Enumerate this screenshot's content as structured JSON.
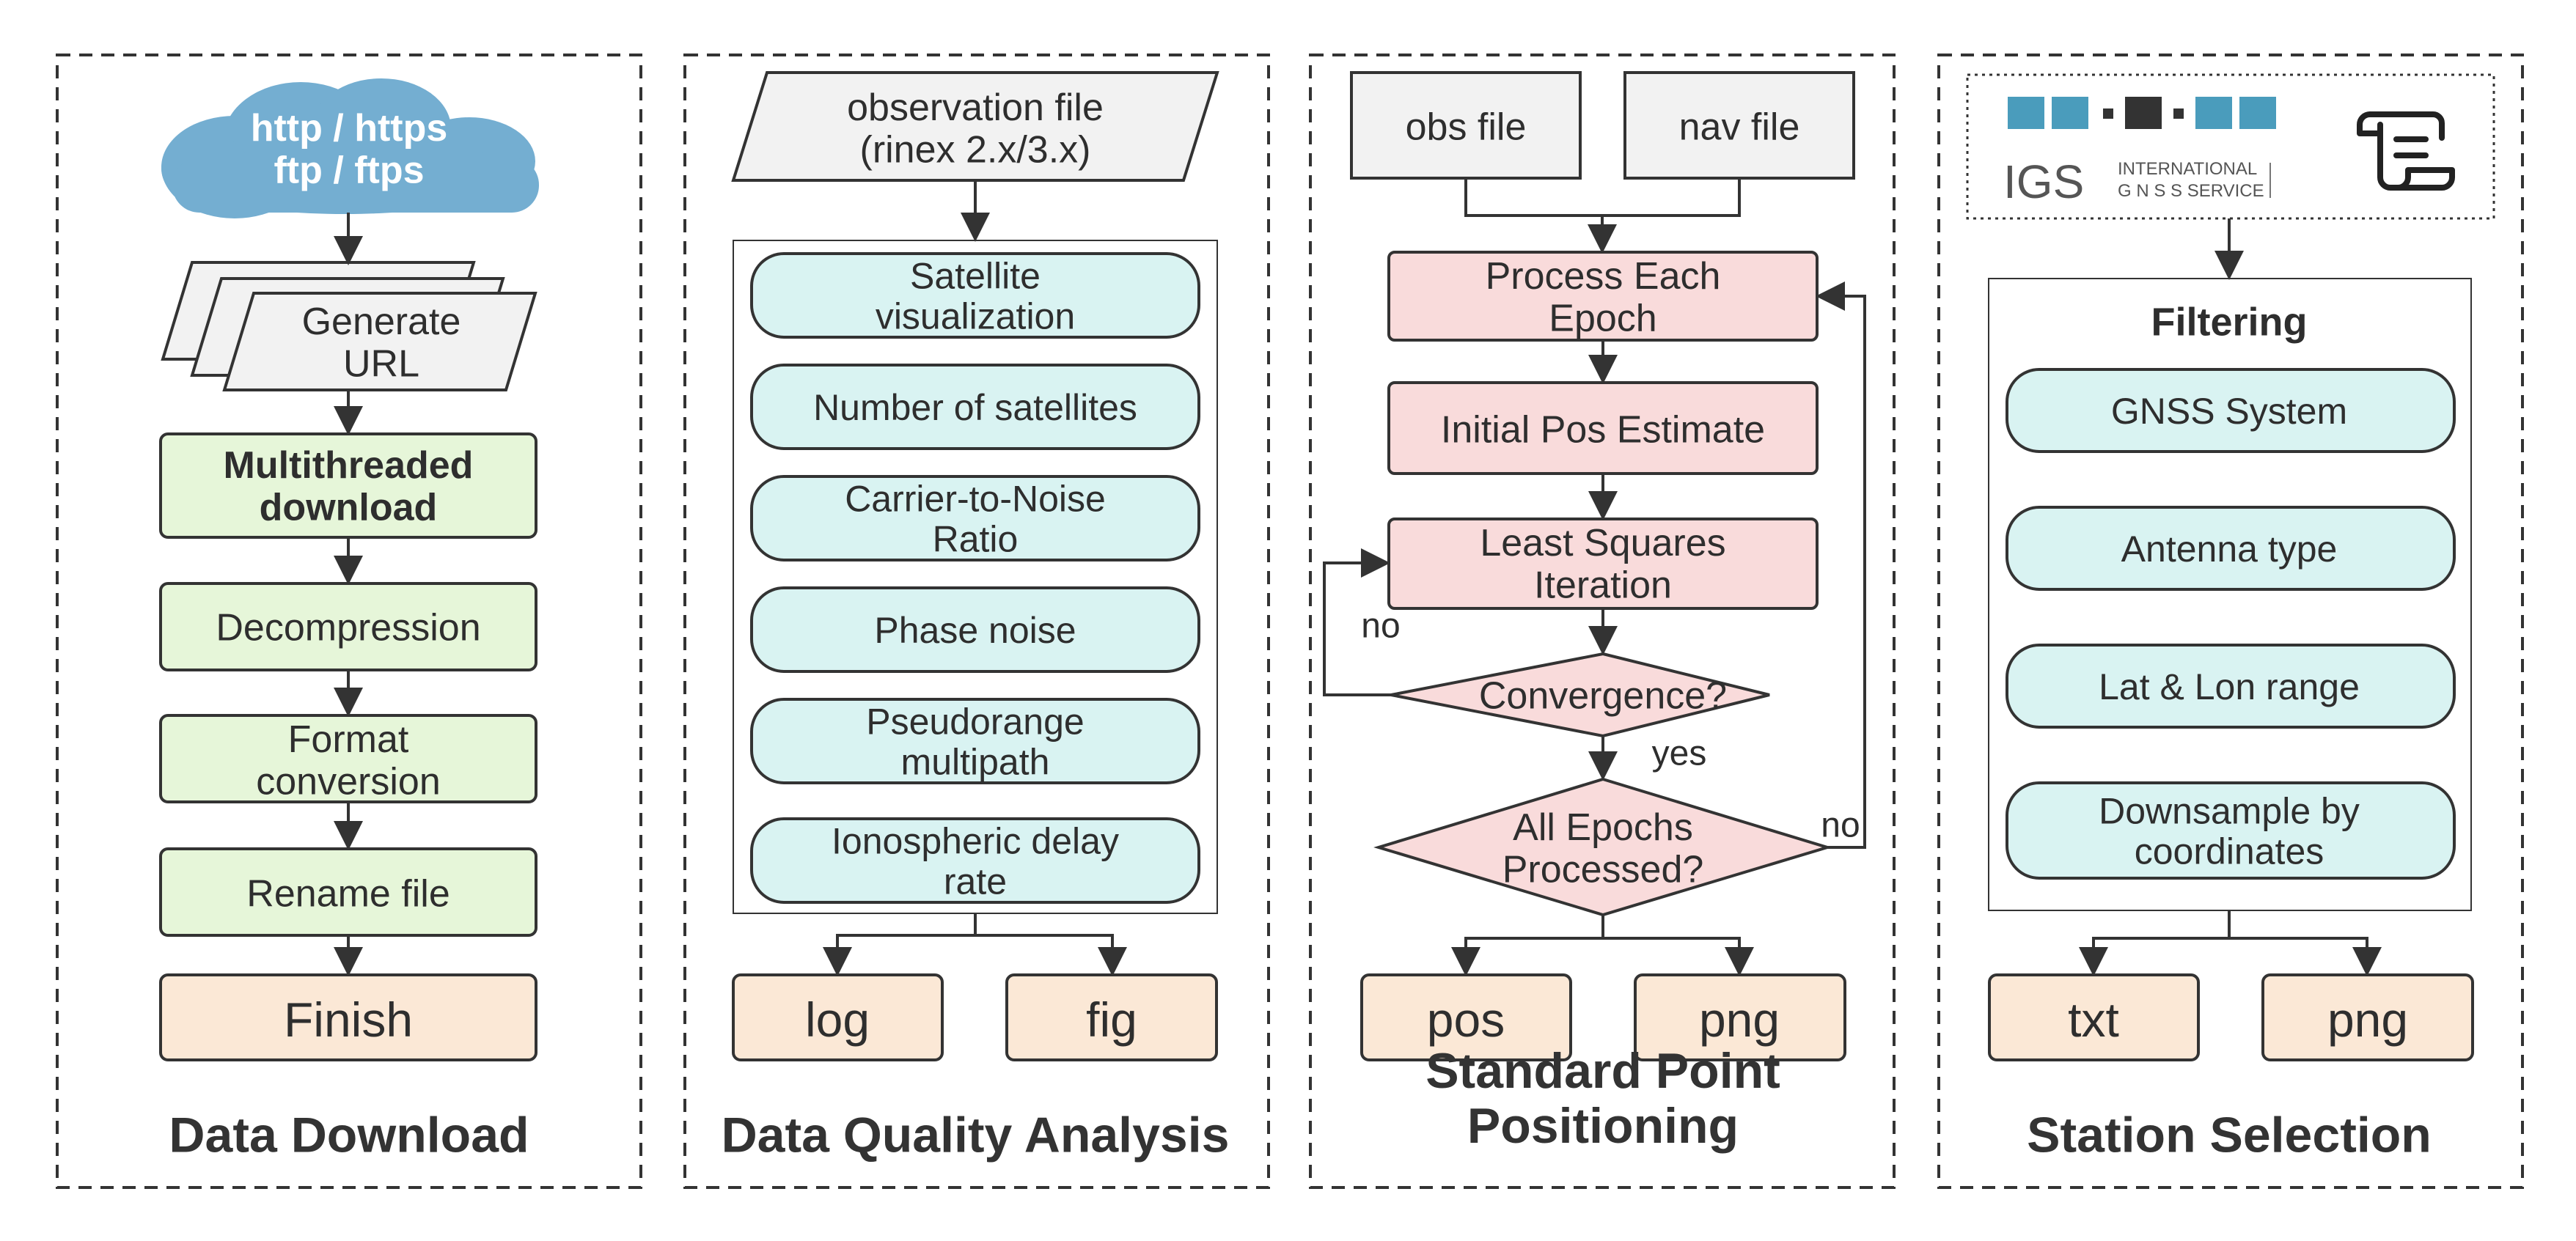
{
  "colors": {
    "cloud": "#74aed1",
    "node_fill": "#f2f2f2",
    "green": "#e6f6d9",
    "cyan": "#d9f3f2",
    "pink": "#f9dbdb",
    "orange": "#fbe8d6",
    "stroke": "#333333",
    "igs_blue": "#4a9cbc",
    "igs_dark": "#333333"
  },
  "panel1": {
    "title": "Data Download",
    "cloud": [
      "http / https",
      "ftp / ftps"
    ],
    "url": [
      "Generate",
      "URL"
    ],
    "multithread": [
      "Multithreaded",
      "download"
    ],
    "decompress": "Decompression",
    "format": [
      "Format",
      "conversion"
    ],
    "rename": "Rename file",
    "finish": "Finish"
  },
  "panel2": {
    "title": "Data Quality Analysis",
    "input": [
      "observation file",
      "(rinex 2.x/3.x)"
    ],
    "items": [
      [
        "Satellite",
        "visualization"
      ],
      [
        "Number of satellites"
      ],
      [
        "Carrier-to-Noise",
        "Ratio"
      ],
      [
        "Phase noise"
      ],
      [
        "Pseudorange",
        "multipath"
      ],
      [
        "Ionospheric delay",
        "rate"
      ]
    ],
    "out_log": "log",
    "out_fig": "fig"
  },
  "panel3": {
    "title": [
      "Standard Point",
      "Positioning"
    ],
    "obs": "obs file",
    "nav": "nav file",
    "epoch": [
      "Process Each",
      "Epoch"
    ],
    "initial": "Initial Pos Estimate",
    "lsq": [
      "Least Squares",
      "Iteration"
    ],
    "conv": "Convergence?",
    "all": [
      "All Epochs",
      "Processed?"
    ],
    "no1": "no",
    "yes": "yes",
    "no2": "no",
    "out_pos": "pos",
    "out_png": "png"
  },
  "panel4": {
    "title": "Station Selection",
    "igs_text": "IGS",
    "igs_sub": [
      "INTERNATIONAL",
      "G N S S  SERVICE"
    ],
    "filtering": "Filtering",
    "items": [
      [
        "GNSS System"
      ],
      [
        "Antenna type"
      ],
      [
        "Lat & Lon range"
      ],
      [
        "Downsample by",
        "coordinates"
      ]
    ],
    "out_txt": "txt",
    "out_png": "png"
  }
}
